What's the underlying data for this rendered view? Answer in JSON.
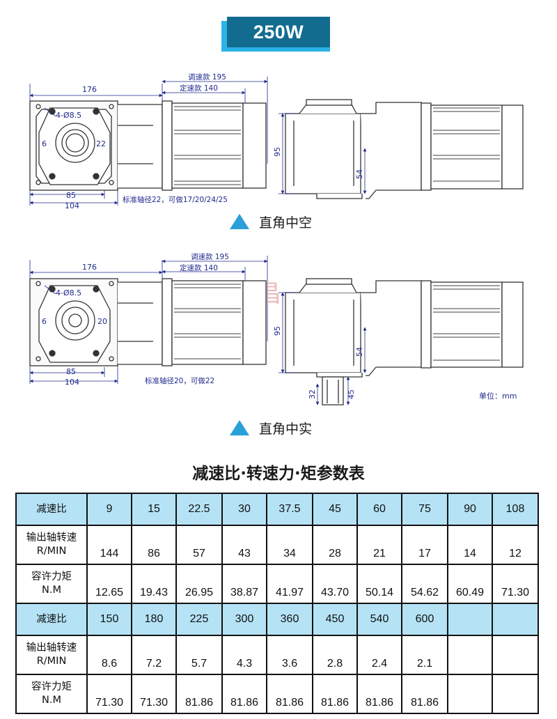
{
  "banner": {
    "title": "250W"
  },
  "drawing1": {
    "dims": {
      "len_total": "176",
      "len_adj": "调速款 195",
      "len_fixed": "定速款 140",
      "holes": "4-Ø8.5",
      "d6": "6",
      "d_shaft": "22",
      "w85": "85",
      "w104": "104",
      "h95": "95",
      "h54": "54"
    },
    "note": "标准轴径22，可做17/20/24/25",
    "caption": "直角中空"
  },
  "drawing2": {
    "dims": {
      "len_total": "176",
      "len_adj": "调速款 195",
      "len_fixed": "定速款 140",
      "holes": "4-Ø8.5",
      "d6": "6",
      "d_shaft": "20",
      "w85": "85",
      "w104": "104",
      "h95": "95",
      "h54": "54",
      "h32": "32",
      "h45": "45"
    },
    "note": "标准轴径20，可做22",
    "unit": "单位：mm",
    "caption": "直角中实",
    "watermark": "兴东昌"
  },
  "colors": {
    "dim_line": "#1f2a8c",
    "header_blue": "#126c8f",
    "header_accent": "#2bb3e6",
    "table_highlight": "#b5e3f5",
    "triangle": "#2a9fd8"
  },
  "table": {
    "title": "减速比·转速力·矩参数表",
    "label_ratio": "减速比",
    "label_speed": "输出轴转速",
    "label_speed_unit": "R/MIN",
    "label_torque": "容许力矩",
    "label_torque_unit": "N.M",
    "block1": {
      "ratio": [
        "9",
        "15",
        "22.5",
        "30",
        "37.5",
        "45",
        "60",
        "75",
        "90",
        "108"
      ],
      "speed": [
        "144",
        "86",
        "57",
        "43",
        "34",
        "28",
        "21",
        "17",
        "14",
        "12"
      ],
      "torque": [
        "12.65",
        "19.43",
        "26.95",
        "38.87",
        "41.97",
        "43.70",
        "50.14",
        "54.62",
        "60.49",
        "71.30"
      ]
    },
    "block2": {
      "ratio": [
        "150",
        "180",
        "225",
        "300",
        "360",
        "450",
        "540",
        "600",
        "",
        ""
      ],
      "speed": [
        "8.6",
        "7.2",
        "5.7",
        "4.3",
        "3.6",
        "2.8",
        "2.4",
        "2.1",
        "",
        ""
      ],
      "torque": [
        "71.30",
        "71.30",
        "81.86",
        "81.86",
        "81.86",
        "81.86",
        "81.86",
        "81.86",
        "",
        ""
      ]
    }
  }
}
